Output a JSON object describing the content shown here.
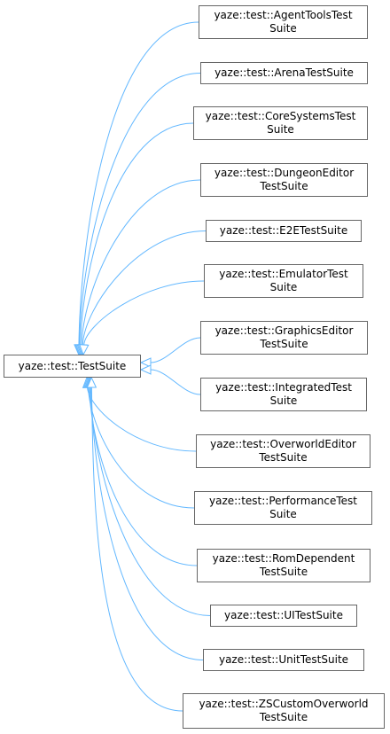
{
  "diagram": {
    "base_class": {
      "lines": [
        "yaze::test::TestSuite"
      ]
    },
    "derived_classes": [
      {
        "lines": [
          "yaze::test::AgentToolsTest",
          "Suite"
        ]
      },
      {
        "lines": [
          "yaze::test::ArenaTestSuite"
        ]
      },
      {
        "lines": [
          "yaze::test::CoreSystemsTest",
          "Suite"
        ]
      },
      {
        "lines": [
          "yaze::test::DungeonEditor",
          "TestSuite"
        ]
      },
      {
        "lines": [
          "yaze::test::E2ETestSuite"
        ]
      },
      {
        "lines": [
          "yaze::test::EmulatorTest",
          "Suite"
        ]
      },
      {
        "lines": [
          "yaze::test::GraphicsEditor",
          "TestSuite"
        ]
      },
      {
        "lines": [
          "yaze::test::IntegratedTest",
          "Suite"
        ]
      },
      {
        "lines": [
          "yaze::test::OverworldEditor",
          "TestSuite"
        ]
      },
      {
        "lines": [
          "yaze::test::PerformanceTest",
          "Suite"
        ]
      },
      {
        "lines": [
          "yaze::test::RomDependent",
          "TestSuite"
        ]
      },
      {
        "lines": [
          "yaze::test::UITestSuite"
        ]
      },
      {
        "lines": [
          "yaze::test::UnitTestSuite"
        ]
      },
      {
        "lines": [
          "yaze::test::ZSCustomOverworld",
          "TestSuite"
        ]
      }
    ],
    "colors": {
      "edge": "#63b8ff",
      "node_border": "#666666",
      "text": "#000000"
    }
  }
}
